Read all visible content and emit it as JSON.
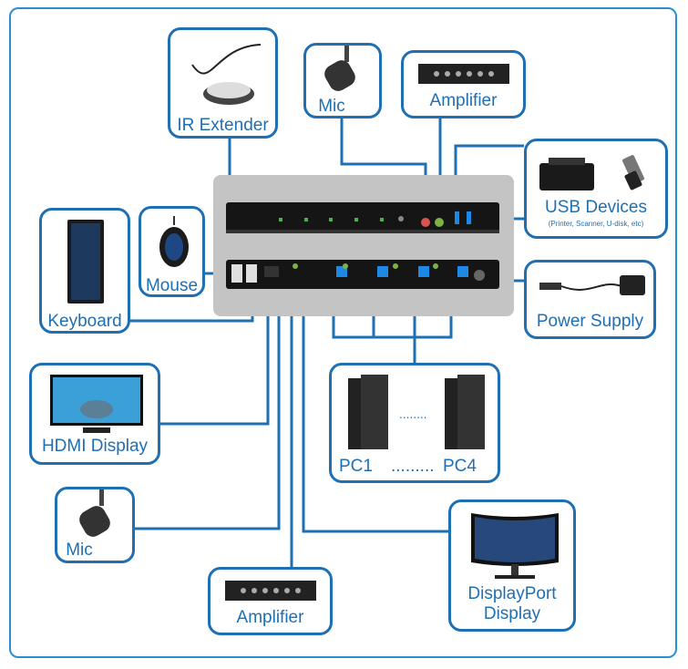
{
  "labels": {
    "ir_extender": "IR Extender",
    "mic_top": "Mic",
    "amplifier_top": "Amplifier",
    "usb_devices": "USB Devices",
    "usb_devices_sub": "(Printer, Scanner, U-disk, etc)",
    "keyboard": "Keyboard",
    "mouse": "Mouse",
    "power_supply": "Power Supply",
    "hdmi_display": "HDMI Display",
    "pc1": "PC1",
    "pc_dots": ".........",
    "pc4": "PC4",
    "mic_bottom": "Mic",
    "amplifier_bottom": "Amplifier",
    "displayport_line1": "DisplayPort",
    "displayport_line2": "Display"
  },
  "colors": {
    "border": "#1f6fb3",
    "frame": "#2a8fd0",
    "device_panel": "#c4c4c4",
    "device_body": "#1a1a1a"
  }
}
